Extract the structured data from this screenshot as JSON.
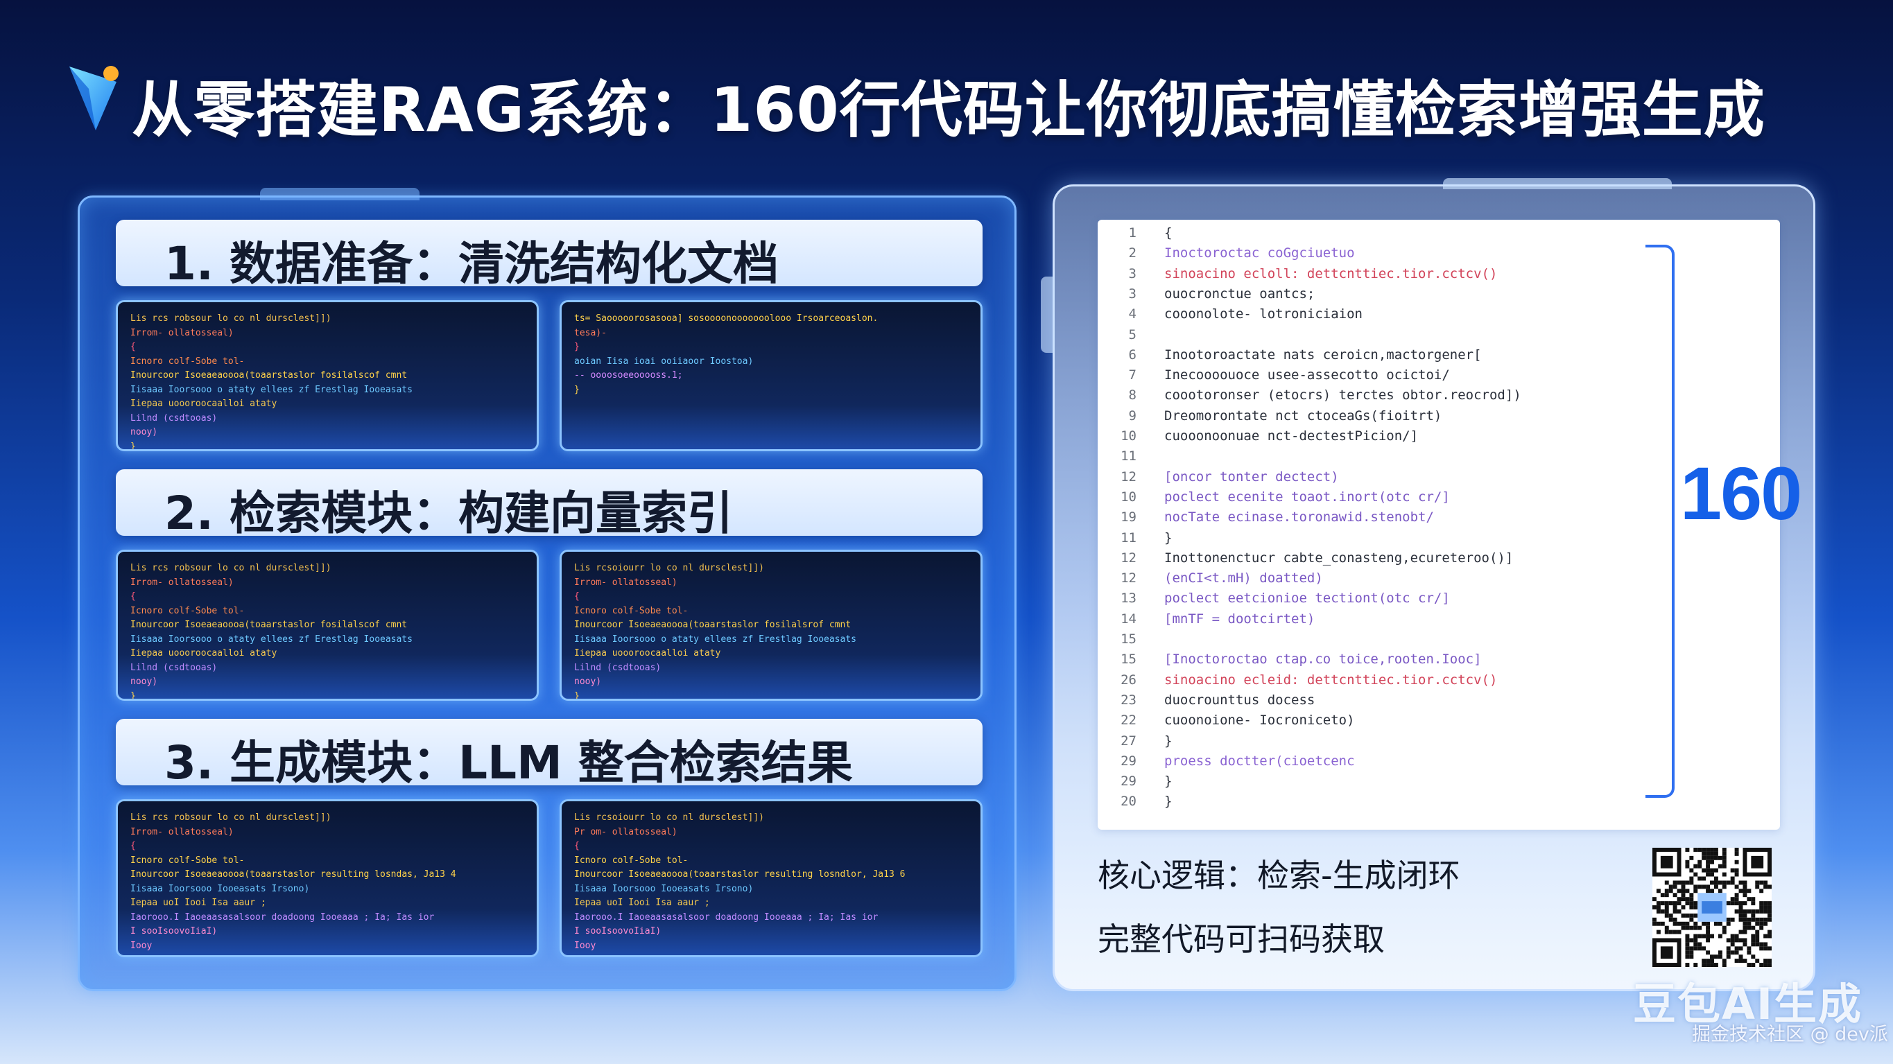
{
  "title": "从零搭建RAG系统：160行代码让你彻底搞懂检索增强生成",
  "title_prefix_icon": "bookmark-logo-icon",
  "left_panel": {
    "sections": [
      {
        "label": "1. 数据准备：清洗结构化文档",
        "cards": [
          {
            "lines": [
              {
                "t": "Lis rcs robsour lo co nl dursclest]])",
                "c": "#f2c04e"
              },
              {
                "t": "Irrom- ollatosseal)",
                "c": "#ff7b5a"
              },
              {
                "t": "  {",
                "c": "#ff5a7a"
              },
              {
                "t": "    Icnoro colf-Sobe tol-",
                "c": "#ff8a4e"
              },
              {
                "t": "    Inourcoor Isoeaeaoooa(toaarstaslor fosilalscof cmnt",
                "c": "#ffd24a"
              },
              {
                "t": "      Iisaaa Ioorsooo o ataty ellees zf Erestlag Iooeasats",
                "c": "#6ec9ff"
              },
              {
                "t": "      Iiepaa uoooroocaalloi ataty",
                "c": "#f4c84f"
              },
              {
                "t": "      Lilnd (csdtooas)",
                "c": "#c08bff"
              },
              {
                "t": "    nooy)",
                "c": "#ff8bd0"
              },
              {
                "t": "  }",
                "c": "#ffd24a"
              }
            ]
          },
          {
            "lines": [
              {
                "t": "ts= Saooooorosasooa] sosoooonooooooolooo Irsoarceoaslon.",
                "c": "#ffd24a"
              },
              {
                "t": "tesa)-",
                "c": "#ff7b5a"
              },
              {
                "t": "  }",
                "c": "#ff5a7a"
              },
              {
                "t": "    aoian Iisa ioai ooiiaoor Ioostoa)",
                "c": "#6ec9ff"
              },
              {
                "t": "    -- oooosoeeooooss.1;",
                "c": "#d48bff"
              },
              {
                "t": "  }",
                "c": "#ffd24a"
              }
            ]
          }
        ]
      },
      {
        "label": "2. 检索模块：构建向量索引",
        "cards": [
          {
            "lines": [
              {
                "t": "Lis rcs robsour lo co nl dursclest]])",
                "c": "#f2c04e"
              },
              {
                "t": "Irrom- ollatosseal)",
                "c": "#ff7b5a"
              },
              {
                "t": "  {",
                "c": "#ff5a7a"
              },
              {
                "t": "    Icnoro colf-Sobe tol-",
                "c": "#ff8a4e"
              },
              {
                "t": "    Inourcoor Isoeaeaoooa(toaarstaslor fosilalscof cmnt",
                "c": "#ffd24a"
              },
              {
                "t": "      Iisaaa Ioorsooo o ataty ellees zf Erestlag Iooeasats",
                "c": "#6ec9ff"
              },
              {
                "t": "      Iiepaa uoooroocaalloi ataty",
                "c": "#f4c84f"
              },
              {
                "t": "      Lilnd (csdtooas)",
                "c": "#c08bff"
              },
              {
                "t": "    nooy)",
                "c": "#ff8bd0"
              },
              {
                "t": "  }",
                "c": "#ffd24a"
              }
            ]
          },
          {
            "lines": [
              {
                "t": "Lis rcsoiourr lo co nl dursclest]])",
                "c": "#f2c04e"
              },
              {
                "t": "Irrom- ollatosseal)",
                "c": "#ff7b5a"
              },
              {
                "t": "  {",
                "c": "#ff5a7a"
              },
              {
                "t": "    Icnoro colf-Sobe tol-",
                "c": "#ff8a4e"
              },
              {
                "t": "    Inourcoor Isoeaeaoooa(toaarstaslor fosilalsrof cmnt",
                "c": "#ffd24a"
              },
              {
                "t": "      Iisaaa Ioorsooo o ataty ellees zf Erestlag Iooeasats",
                "c": "#6ec9ff"
              },
              {
                "t": "      Iiepaa uoooroocaalloi ataty",
                "c": "#f4c84f"
              },
              {
                "t": "      Lilnd (csdtooas)",
                "c": "#c08bff"
              },
              {
                "t": "    nooy)",
                "c": "#ff8bd0"
              },
              {
                "t": "  }",
                "c": "#ffd24a"
              }
            ]
          }
        ]
      },
      {
        "label": "3. 生成模块：LLM 整合检索结果",
        "cards": [
          {
            "lines": [
              {
                "t": "Lis rcs robsour lo co nl dursclest]])",
                "c": "#f2c04e"
              },
              {
                "t": "Irrom- ollatosseal)",
                "c": "#ff7b5a"
              },
              {
                "t": "  {",
                "c": "#ff5a7a"
              },
              {
                "t": "    Icnoro colf-Sobe tol-",
                "c": "#ffd24a"
              },
              {
                "t": "    Inourcoor Isoeaeaoooa(toaarstaslor resulting losndas, Ja13 4",
                "c": "#ffd24a"
              },
              {
                "t": "      Iisaaa Ioorsooo Iooeasats Irsono)",
                "c": "#6ec9ff"
              },
              {
                "t": "      Iepaa uoI Iooi Isa aaur ;",
                "c": "#f4c84f"
              },
              {
                "t": "      Iaorooo.I Iaoeaasasalsoor doadoong Iooeaaa ; Ia; Ias ior",
                "c": "#c08bff"
              },
              {
                "t": "      I sooIsoovoIiaI)",
                "c": "#ff8bd0"
              },
              {
                "t": "    Iooy",
                "c": "#ff8bd0"
              },
              {
                "t": "  }",
                "c": "#ffd24a"
              }
            ]
          },
          {
            "lines": [
              {
                "t": "Lis rcsoiourr lo co nl dursclest]])",
                "c": "#f2c04e"
              },
              {
                "t": "Pr om- ollatosseal)",
                "c": "#ff7b5a"
              },
              {
                "t": "  {",
                "c": "#ff5a7a"
              },
              {
                "t": "    Icnoro colf-Sobe tol-",
                "c": "#ffd24a"
              },
              {
                "t": "    Inourcoor Isoeaeaoooa(toaarstaslor resulting losndlor, Ja13 6",
                "c": "#ffd24a"
              },
              {
                "t": "      Iisaaa Ioorsooo Iooeasats Irsono)",
                "c": "#6ec9ff"
              },
              {
                "t": "      Iepaa uoI Iooi Isa aaur ;",
                "c": "#f4c84f"
              },
              {
                "t": "      Iaorooo.I Iaoeaasasalsoor doadoong Iooeaaa ; Ia; Ias ior",
                "c": "#c08bff"
              },
              {
                "t": "      I sooIsoovoIiaI)",
                "c": "#ff8bd0"
              },
              {
                "t": "    Iooy",
                "c": "#ff8bd0"
              },
              {
                "t": "  }",
                "c": "#ffd24a"
              }
            ]
          }
        ]
      }
    ]
  },
  "code_sheet": {
    "rows": [
      {
        "n": "1",
        "t": "  {",
        "c": "#2a2f3a"
      },
      {
        "n": "2",
        "t": "    Inoctoroctac coGgciuetuo",
        "c": "#8a63d2"
      },
      {
        "n": "3",
        "t": "    sinoacino ecloll: dettcnttiec.tior.cctcv()",
        "c": "#d2445a"
      },
      {
        "n": "3",
        "t": "    ouocronctue oantcs;",
        "c": "#2a2f3a"
      },
      {
        "n": "4",
        "t": "    cooonolote- lotroniciaion",
        "c": "#2a2f3a"
      },
      {
        "n": "5",
        "t": "",
        "c": "#2a2f3a"
      },
      {
        "n": "6",
        "t": "    Inootoroactate nats ceroicn,mactorgener[",
        "c": "#2a2f3a"
      },
      {
        "n": "7",
        "t": "    Inecoooouoce usee-assecotto ocictoi/",
        "c": "#2a2f3a"
      },
      {
        "n": "8",
        "t": "    coootoronser (etocrs) terctes obtor.reocrod])",
        "c": "#2a2f3a"
      },
      {
        "n": "9",
        "t": "    Dreomorontate nct ctoceaGs(fioitrt)",
        "c": "#2a2f3a"
      },
      {
        "n": "10",
        "t": "    cuooonoonuae nct-dectestPicion/]",
        "c": "#2a2f3a"
      },
      {
        "n": "11",
        "t": "",
        "c": "#2a2f3a"
      },
      {
        "n": "12",
        "t": "    [oncor tonter dectect)",
        "c": "#7a58c4"
      },
      {
        "n": "10",
        "t": "      poclect ecenite toaot.inort(otc cr/]",
        "c": "#7a58c4"
      },
      {
        "n": "19",
        "t": "      nocTate ecinase.toronawid.stenobt/",
        "c": "#7a58c4"
      },
      {
        "n": "11",
        "t": "    }",
        "c": "#2a2f3a"
      },
      {
        "n": "12",
        "t": "      Inottonenctucr cabte_conasteng,ecureteroo()]",
        "c": "#2a2f3a"
      },
      {
        "n": "12",
        "t": "      (enCI<t.mH) doatted)",
        "c": "#7a58c4"
      },
      {
        "n": "13",
        "t": "      poclect eetcionioe tectiont(otc cr/]",
        "c": "#7a58c4"
      },
      {
        "n": "14",
        "t": "      [mnTF = dootcirtet)",
        "c": "#7a58c4"
      },
      {
        "n": "15",
        "t": "",
        "c": "#2a2f3a"
      },
      {
        "n": "15",
        "t": "    [Inoctoroctao ctap.co toice,rooten.Iooc]",
        "c": "#7a58c4"
      },
      {
        "n": "26",
        "t": "    sinoacino ecleid: dettcnttiec.tior.cctcv()",
        "c": "#d2445a"
      },
      {
        "n": "23",
        "t": "    duocrounttus docess",
        "c": "#2a2f3a"
      },
      {
        "n": "22",
        "t": "    cuoonoione- Iocroniceto)",
        "c": "#2a2f3a"
      },
      {
        "n": "27",
        "t": "        }",
        "c": "#2a2f3a"
      },
      {
        "n": "29",
        "t": "    proess doctter(cioetcenc",
        "c": "#8a63d2"
      },
      {
        "n": "29",
        "t": "    }",
        "c": "#2a2f3a"
      },
      {
        "n": "20",
        "t": "  }",
        "c": "#2a2f3a"
      }
    ]
  },
  "big_number": "160",
  "caption_logic": "核心逻辑：检索-生成闭环",
  "caption_qr": "完整代码可扫码获取",
  "qr_icon": "qr-code-icon",
  "watermark": "豆包AI生成",
  "credit": "掘金技术社区 @ dev派",
  "colors": {
    "accent_blue": "#1560e8",
    "panel_border": "#7fb8ff",
    "code_bg": "#0a1633"
  }
}
